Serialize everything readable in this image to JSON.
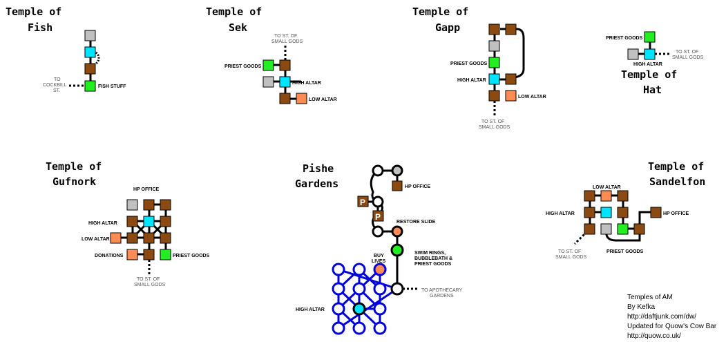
{
  "colors": {
    "plain_room": "#8b4a12",
    "high_altar": "#00e5ff",
    "priest_goods": "#22ee22",
    "low_altar": "#ff8c55",
    "entrance": "#c0c0c0",
    "blue_path": "#0000dd"
  },
  "temples": {
    "fish": {
      "title_1": "Temple of",
      "title_2": "Fish",
      "label_fish_stuff": "FISH STUFF",
      "exit_1": "TO",
      "exit_2": "COCKBILL",
      "exit_3": "ST."
    },
    "sek": {
      "title_1": "Temple of",
      "title_2": "Sek",
      "exit_1": "TO ST. OF",
      "exit_2": "SMALL GODS",
      "label_priest_goods": "PRIEST GOODS",
      "label_high_altar": "HIGH ALTAR",
      "label_low_altar": "LOW ALTAR"
    },
    "gapp": {
      "title_1": "Temple of",
      "title_2": "Gapp",
      "label_priest_goods": "PRIEST GOODS",
      "label_high_altar": "HIGH ALTAR",
      "label_low_altar": "LOW ALTAR",
      "exit_1": "TO ST. OF",
      "exit_2": "SMALL GODS"
    },
    "hat": {
      "title_1": "Temple of",
      "title_2": "Hat",
      "label_priest_goods": "PRIEST GOODS",
      "label_high_altar": "HIGH ALTAR",
      "exit_1": "TO ST. OF",
      "exit_2": "SMALL GODS"
    },
    "gufnork": {
      "title_1": "Temple of",
      "title_2": "Gufnork",
      "label_hp_office": "HP OFFICE",
      "label_high_altar": "HIGH ALTAR",
      "label_low_altar": "LOW ALTAR",
      "label_donations": "DONATIONS",
      "label_priest_goods": "PRIEST GOODS",
      "exit_1": "TO ST. OF",
      "exit_2": "SMALL GODS"
    },
    "pishe": {
      "title_1": "Pishe",
      "title_2": "Gardens",
      "label_hp_office": "HP OFFICE",
      "label_restore_slide": "RESTORE SLIDE",
      "label_buy_1": "BUY",
      "label_buy_2": "LIVES",
      "label_swim_1": "SWIM RINGS,",
      "label_swim_2": "BUBBLEBATH &",
      "label_swim_3": "PRIEST GOODS",
      "label_high_altar": "HIGH ALTAR",
      "exit_1": "TO APOTHECARY",
      "exit_2": "GARDENS",
      "p_marker": "P"
    },
    "sandelfon": {
      "title_1": "Temple of",
      "title_2": "Sandelfon",
      "label_low_altar": "LOW ALTAR",
      "label_high_altar": "HIGH ALTAR",
      "label_hp_office": "HP OFFICE",
      "label_priest_goods": "PRIEST GOODS",
      "exit_1": "TO ST. OF",
      "exit_2": "SMALL GODS"
    }
  },
  "credits": {
    "line_1": "Temples of AM",
    "line_2": "By Kefka",
    "line_3": "http://daftjunk.com/dw/",
    "line_4": "Updated for Quow's Cow Bar",
    "line_5": "http://quow.co.uk/"
  }
}
